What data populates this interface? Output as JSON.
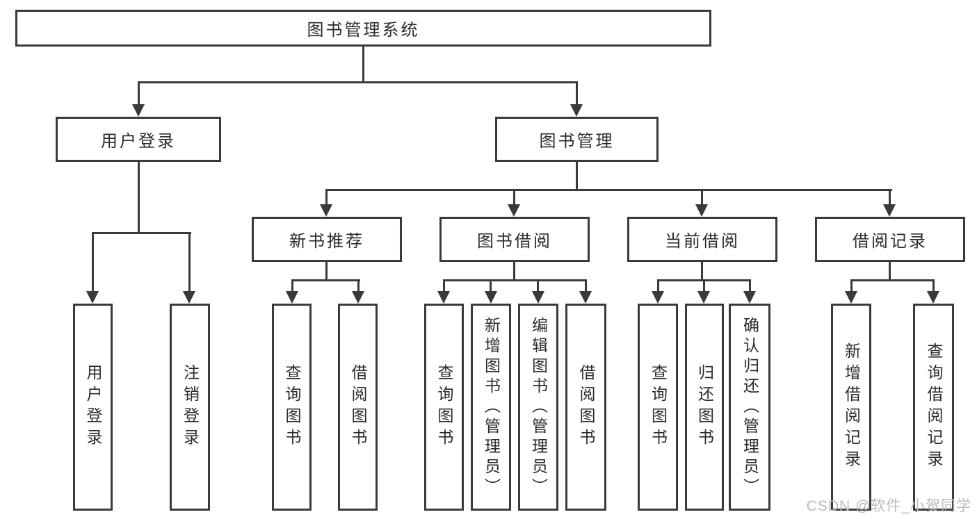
{
  "diagram": {
    "type": "feature-tree",
    "colors": {
      "line": "#3a3a3a",
      "text": "#2b2b2b",
      "background": "#ffffff",
      "watermark": "#b9bac2"
    }
  },
  "tree": {
    "root": "图书管理系统",
    "branches": [
      {
        "label": "用户登录",
        "children": [
          "用户登录",
          "注销登录"
        ]
      },
      {
        "label": "图书管理",
        "groups": [
          {
            "label": "新书推荐",
            "children": [
              "查询图书",
              "借阅图书"
            ]
          },
          {
            "label": "图书借阅",
            "children": [
              "查询图书",
              "新增图书（管理员）",
              "编辑图书（管理员）",
              "借阅图书"
            ]
          },
          {
            "label": "当前借阅",
            "children": [
              "查询图书",
              "归还图书",
              "确认归还（管理员）"
            ]
          },
          {
            "label": "借阅记录",
            "children": [
              "新增借阅记录",
              "查询借阅记录"
            ]
          }
        ]
      }
    ]
  },
  "watermark": {
    "text": "CSDN @软件_小贺同学"
  }
}
